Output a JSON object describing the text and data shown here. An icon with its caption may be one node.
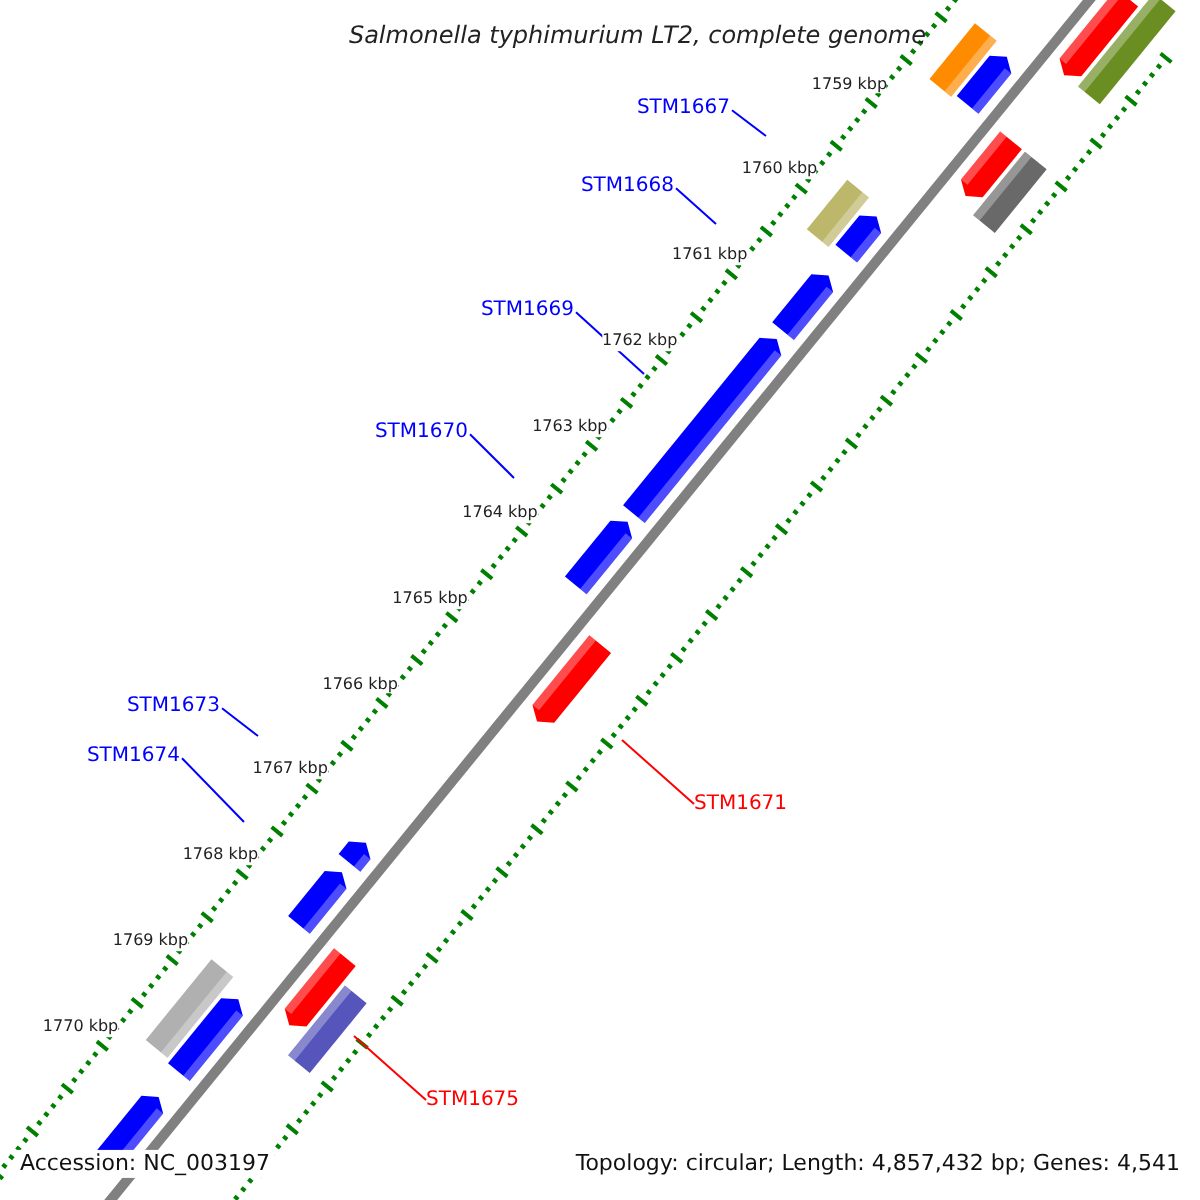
{
  "diagram": {
    "title": "Salmonella typhimurium LT2, complete genome",
    "nodes": [
      {
        "text": [
          "STM1667"
        ]
      },
      {
        "text": [
          "STM1668"
        ]
      },
      {
        "text": [
          "STM1669"
        ]
      },
      {
        "text": [
          "STM1670"
        ]
      },
      {
        "text": [
          "STM1673"
        ]
      },
      {
        "text": [
          "STM1674"
        ]
      },
      {
        "text": [
          "STM1671"
        ]
      },
      {
        "text": [
          "STM1675"
        ]
      }
    ],
    "edges": [
      {
        "from": 0,
        "to": null,
        "arrow": "none"
      },
      {
        "from": 1,
        "to": null,
        "arrow": "none"
      },
      {
        "from": 2,
        "to": null,
        "arrow": "none"
      },
      {
        "from": 3,
        "to": null,
        "arrow": "none"
      },
      {
        "from": 4,
        "to": null,
        "arrow": "none"
      },
      {
        "from": 5,
        "to": null,
        "arrow": "none"
      },
      {
        "from": 6,
        "to": null,
        "arrow": "none",
        "color": "#ff0000"
      },
      {
        "from": 7,
        "to": null,
        "arrow": "none",
        "color": "#ff0000"
      }
    ],
    "labels": [
      "1759 kbp",
      "1760 kbp",
      "1761 kbp",
      "1762 kbp",
      "1763 kbp",
      "1764 kbp",
      "1765 kbp",
      "1766 kbp",
      "1767 kbp",
      "1768 kbp",
      "1769 kbp",
      "1770 kbp",
      "Accession: NC_003197",
      "Topology: circular; Length: 4,857,432 bp; Genes: 4,541"
    ]
  }
}
